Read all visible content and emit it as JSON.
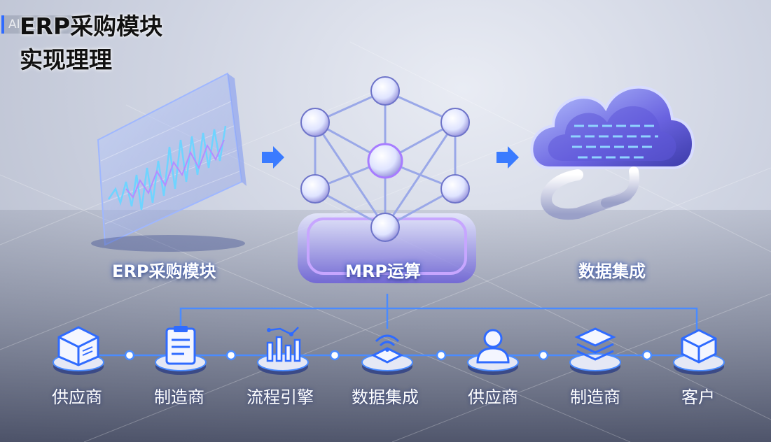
{
  "watermark": "AI 生成",
  "title": {
    "line1": "ERP采购模块",
    "line2": "实现理理"
  },
  "stages": [
    {
      "label": "ERP采购模块",
      "icon": "waveform-panel-icon"
    },
    {
      "label": "MRP运算",
      "icon": "network-cube-icon"
    },
    {
      "label": "数据集成",
      "icon": "cloud-database-icon"
    }
  ],
  "flow_nodes": [
    {
      "label": "供应商",
      "icon": "box-icon"
    },
    {
      "label": "制造商",
      "icon": "clipboard-icon"
    },
    {
      "label": "流程引擎",
      "icon": "bar-chart-icon"
    },
    {
      "label": "数据集成",
      "icon": "wifi-hub-icon"
    },
    {
      "label": "供应商",
      "icon": "person-icon"
    },
    {
      "label": "制造商",
      "icon": "layers-icon"
    },
    {
      "label": "客户",
      "icon": "cube-icon"
    }
  ],
  "colors": {
    "accent": "#3a7bff",
    "glow": "#8fb4ff",
    "purple": "#a77cff",
    "panel": "#1b2a6b"
  }
}
